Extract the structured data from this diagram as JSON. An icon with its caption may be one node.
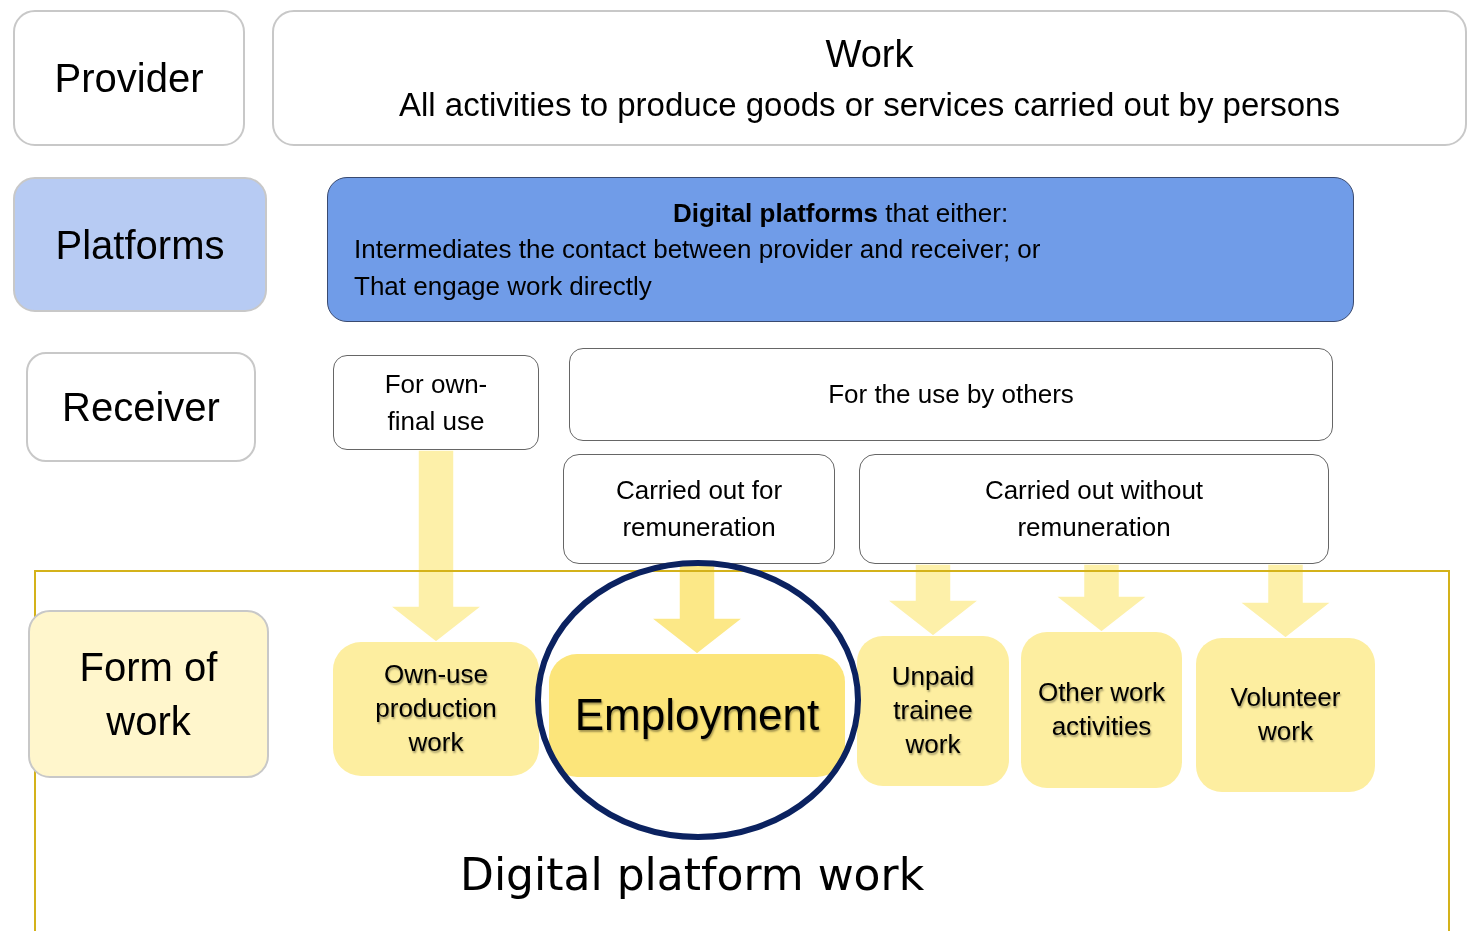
{
  "diagram": {
    "nodes": [
      {
        "text": [
          "Provider"
        ]
      },
      {
        "text": [
          "Work",
          "All activities to produce goods or services carried out by persons"
        ]
      },
      {
        "text": [
          "Platforms"
        ]
      },
      {
        "text": [
          "**Digital platforms** that either:",
          "Intermediates the contact between provider and receiver; or",
          "That engage work directly"
        ]
      },
      {
        "text": [
          "Receiver"
        ]
      },
      {
        "text": [
          "For own-final use"
        ]
      },
      {
        "text": [
          "For the use by others"
        ]
      },
      {
        "text": [
          "Carried out for remuneration"
        ]
      },
      {
        "text": [
          "Carried out without remuneration"
        ]
      },
      {
        "text": [
          "Digital platform work"
        ]
      },
      {
        "text": [
          "Form of work"
        ],
        "in": 9
      },
      {
        "text": [
          "Own-use production work"
        ],
        "in": 9
      },
      {
        "text": [
          "Employment"
        ],
        "in": 9
      },
      {
        "text": [
          "Unpaid trainee work"
        ],
        "in": 9
      },
      {
        "text": [
          "Other work activities"
        ],
        "in": 9
      },
      {
        "text": [
          "Volunteer work"
        ],
        "in": 9
      }
    ],
    "edges": [
      {
        "from": 5,
        "to": 11,
        "arrow": "to"
      },
      {
        "from": 7,
        "to": 12,
        "arrow": "to",
        "color": "#fce57a"
      },
      {
        "from": 8,
        "to": 13,
        "arrow": "to"
      },
      {
        "from": 8,
        "to": 14,
        "arrow": "to"
      },
      {
        "from": 8,
        "to": 15,
        "arrow": "to"
      }
    ]
  }
}
